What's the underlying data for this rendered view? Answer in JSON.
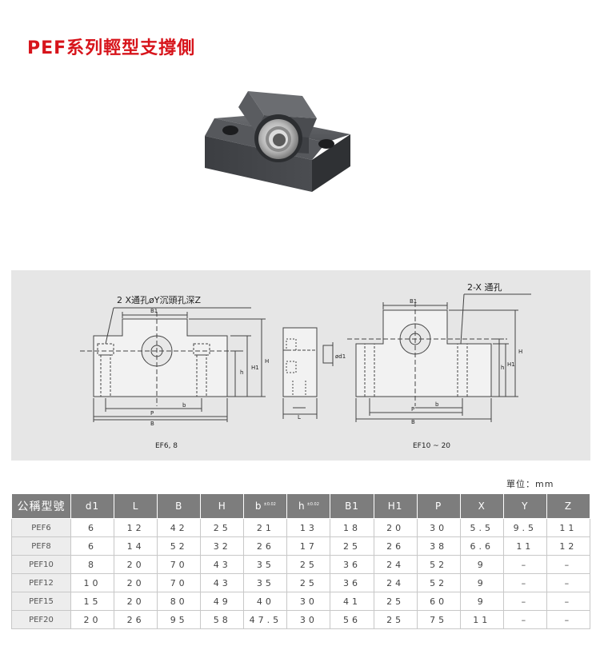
{
  "title": "PEF系列輕型支撐側",
  "drawing": {
    "callout_left": "2 X通孔øY沉頭孔深Z",
    "callout_right": "2-X 通孔",
    "dims": {
      "b1": "B1",
      "b": "b",
      "p": "P",
      "b_total": "B",
      "h": "h",
      "h1": "H1",
      "h_total": "H",
      "d1": "ød1",
      "l": "L"
    },
    "caption_left": "EF6, 8",
    "caption_right": "EF10 ~ 20"
  },
  "unit": "單位：mm",
  "table": {
    "headers": [
      {
        "label": "公稱型號"
      },
      {
        "label": "d1"
      },
      {
        "label": "L"
      },
      {
        "label": "B"
      },
      {
        "label": "H"
      },
      {
        "label": "b",
        "sup": "±0.02"
      },
      {
        "label": "h",
        "sup": "±0.02"
      },
      {
        "label": "B1"
      },
      {
        "label": "H1"
      },
      {
        "label": "P"
      },
      {
        "label": "X"
      },
      {
        "label": "Y"
      },
      {
        "label": "Z"
      }
    ],
    "rows": [
      [
        "PEF6",
        "6",
        "12",
        "42",
        "25",
        "21",
        "13",
        "18",
        "20",
        "30",
        "5.5",
        "9.5",
        "11"
      ],
      [
        "PEF8",
        "6",
        "14",
        "52",
        "32",
        "26",
        "17",
        "25",
        "26",
        "38",
        "6.6",
        "11",
        "12"
      ],
      [
        "PEF10",
        "8",
        "20",
        "70",
        "43",
        "35",
        "25",
        "36",
        "24",
        "52",
        "9",
        "–",
        "–"
      ],
      [
        "PEF12",
        "10",
        "20",
        "70",
        "43",
        "35",
        "25",
        "36",
        "24",
        "52",
        "9",
        "–",
        "–"
      ],
      [
        "PEF15",
        "15",
        "20",
        "80",
        "49",
        "40",
        "30",
        "41",
        "25",
        "60",
        "9",
        "–",
        "–"
      ],
      [
        "PEF20",
        "20",
        "26",
        "95",
        "58",
        "47.5",
        "30",
        "56",
        "25",
        "75",
        "11",
        "–",
        "–"
      ]
    ]
  }
}
